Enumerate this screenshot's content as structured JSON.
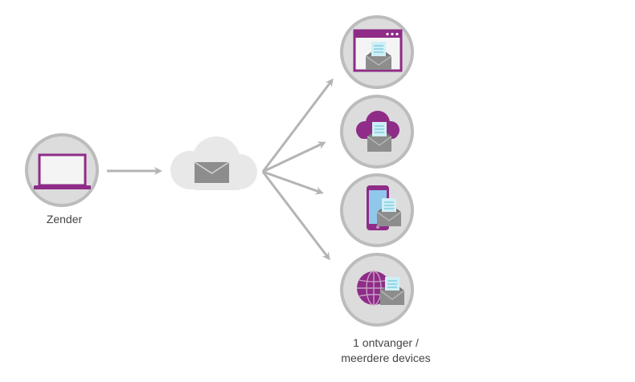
{
  "sender": {
    "label": "Zender",
    "icon": "laptop-icon"
  },
  "relay": {
    "icon": "cloud-envelope-icon"
  },
  "receiver": {
    "label_line1": "1 ontvanger /",
    "label_line2": "meerdere devices"
  },
  "devices": [
    {
      "name": "browser-mail",
      "icon": "browser-window-envelope-icon"
    },
    {
      "name": "cloud-mail",
      "icon": "purple-cloud-envelope-icon"
    },
    {
      "name": "phone-mail",
      "icon": "smartphone-envelope-icon"
    },
    {
      "name": "web-mail",
      "icon": "globe-envelope-icon"
    }
  ],
  "colors": {
    "purple": "#8e2c87",
    "circle_fill": "#dcdcdc",
    "circle_stroke": "#bcbcbc",
    "arrow": "#b4b4b4",
    "envelope": "#8d8d8d",
    "letter": "#cfeff6",
    "screen": "#f4f4f4",
    "cloud": "#e8e8e8"
  }
}
